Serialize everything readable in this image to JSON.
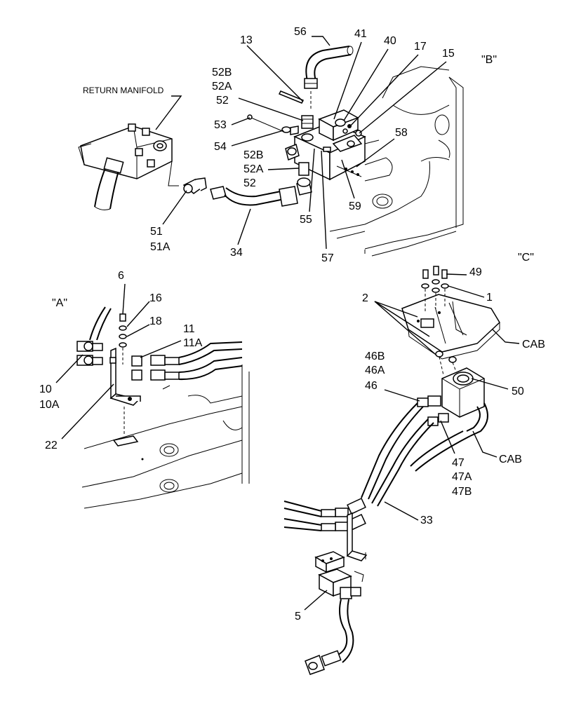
{
  "views": {
    "a": "\"A\"",
    "b": "\"B\"",
    "c": "\"C\""
  },
  "callouts": {
    "return_manifold": "RETURN MANIFOLD",
    "n56": "56",
    "n41": "41",
    "n40": "40",
    "n17": "17",
    "n15": "15",
    "n13": "13",
    "n52b_1": "52B",
    "n52a_1": "52A",
    "n52_1": "52",
    "n53": "53",
    "n54": "54",
    "n52b_2": "52B",
    "n52a_2": "52A",
    "n52_2": "52",
    "n58": "58",
    "n59": "59",
    "n55": "55",
    "n57": "57",
    "n51": "51",
    "n51a": "51A",
    "n34": "34",
    "n6": "6",
    "n16": "16",
    "n18": "18",
    "n11": "11",
    "n11a": "11A",
    "n10": "10",
    "n10a": "10A",
    "n22": "22",
    "n49": "49",
    "n1": "1",
    "n2": "2",
    "cab1": "CAB",
    "n46b": "46B",
    "n46a": "46A",
    "n46": "46",
    "n50": "50",
    "cab2": "CAB",
    "n47": "47",
    "n47a": "47A",
    "n47b": "47B",
    "n33": "33",
    "n5": "5"
  }
}
